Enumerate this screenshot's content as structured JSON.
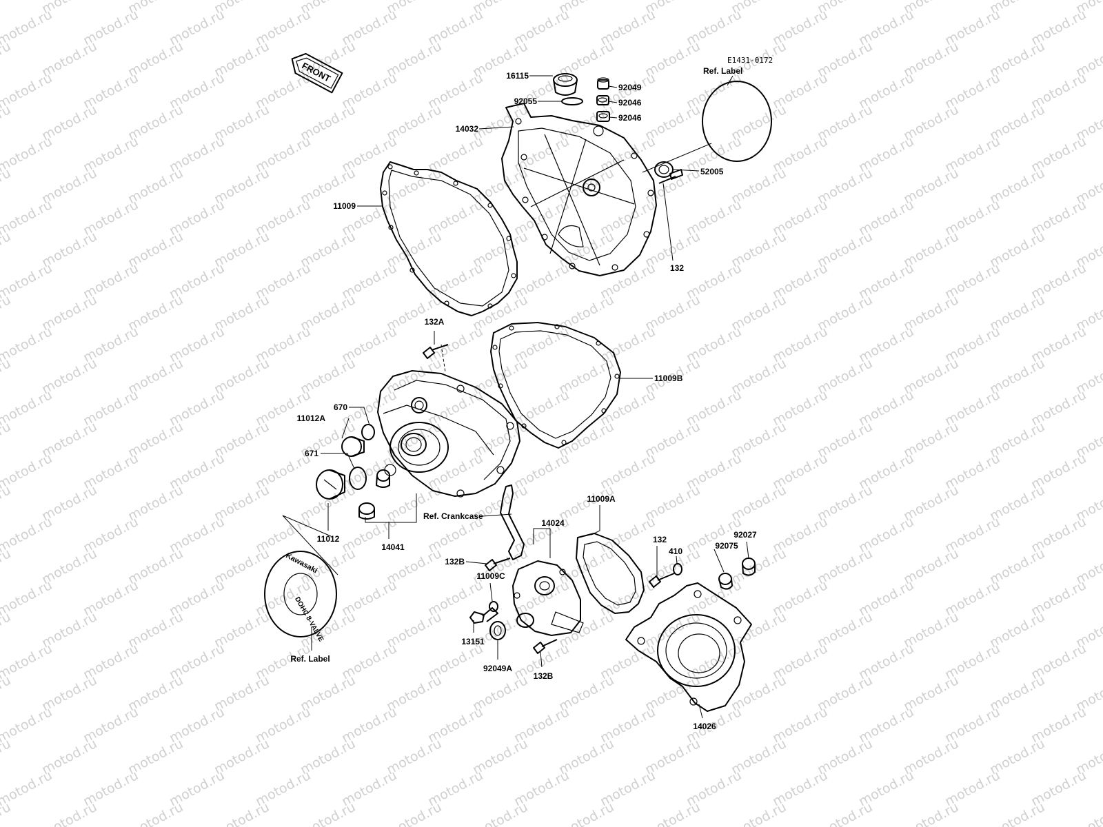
{
  "drawing_code": "E1431-0172",
  "watermark": "motod.ru",
  "front_badge": "FRONT",
  "label_plate_lines": [
    "Kawasaki",
    "DOHC 8-VALVE"
  ],
  "callouts": {
    "c16115": "16115",
    "c92049": "92049",
    "c92055": "92055",
    "c92046a": "92046",
    "c92046b": "92046",
    "c14032": "14032",
    "c_ref_label_top": "Ref. Label",
    "c52005": "52005",
    "c11009": "11009",
    "c132_top": "132",
    "c132A": "132A",
    "c11009B": "11009B",
    "c670": "670",
    "c11012A": "11012A",
    "c671": "671",
    "c11012": "11012",
    "c14041": "14041",
    "c_ref_crankcase": "Ref. Crankcase",
    "c14024": "14024",
    "c11009A": "11009A",
    "c132_mid": "132",
    "c410": "410",
    "c92075": "92075",
    "c92027": "92027",
    "c132B_left": "132B",
    "c11009C": "11009C",
    "c13151": "13151",
    "c92049A": "92049A",
    "c132B_bottom": "132B",
    "c_ref_label_bottom": "Ref. Label",
    "c14026": "14026"
  }
}
